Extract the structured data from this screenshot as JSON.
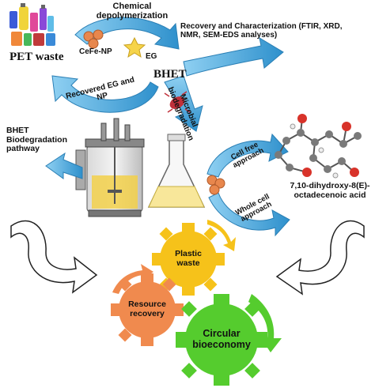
{
  "labels": {
    "pet_waste": "PET waste",
    "chemical_depolymerization": "Chemical depolymerization",
    "cefe_np": "CeFe-NP",
    "eg": "EG",
    "bhet": "BHET",
    "recovered_eg_np": "Recovered EG and NP",
    "microbial_biodegradation": "Microbial biodegradation",
    "recovery_characterization": "Recovery and Characterization (FTIR, XRD, NMR, SEM-EDS analyses)",
    "bhet_pathway": "BHET Biodegradation pathway",
    "cell_free": "Cell free approach",
    "whole_cell": "Whole cell approach",
    "product": "7,10-dihydroxy-8(E)-octadecenoic acid",
    "plastic_waste": "Plastic waste",
    "resource_recovery": "Resource recovery",
    "circular_bioeconomy": "Circular bioeconomy"
  },
  "colors": {
    "arrow_blue": "#4aa8dc",
    "gear_yellow": "#f6c21a",
    "gear_orange": "#f08a4e",
    "gear_green": "#55cc2e",
    "nanoparticle": "#e8874d",
    "molecule_gray": "#7a7a7a",
    "oxygen_red": "#d8332a"
  }
}
